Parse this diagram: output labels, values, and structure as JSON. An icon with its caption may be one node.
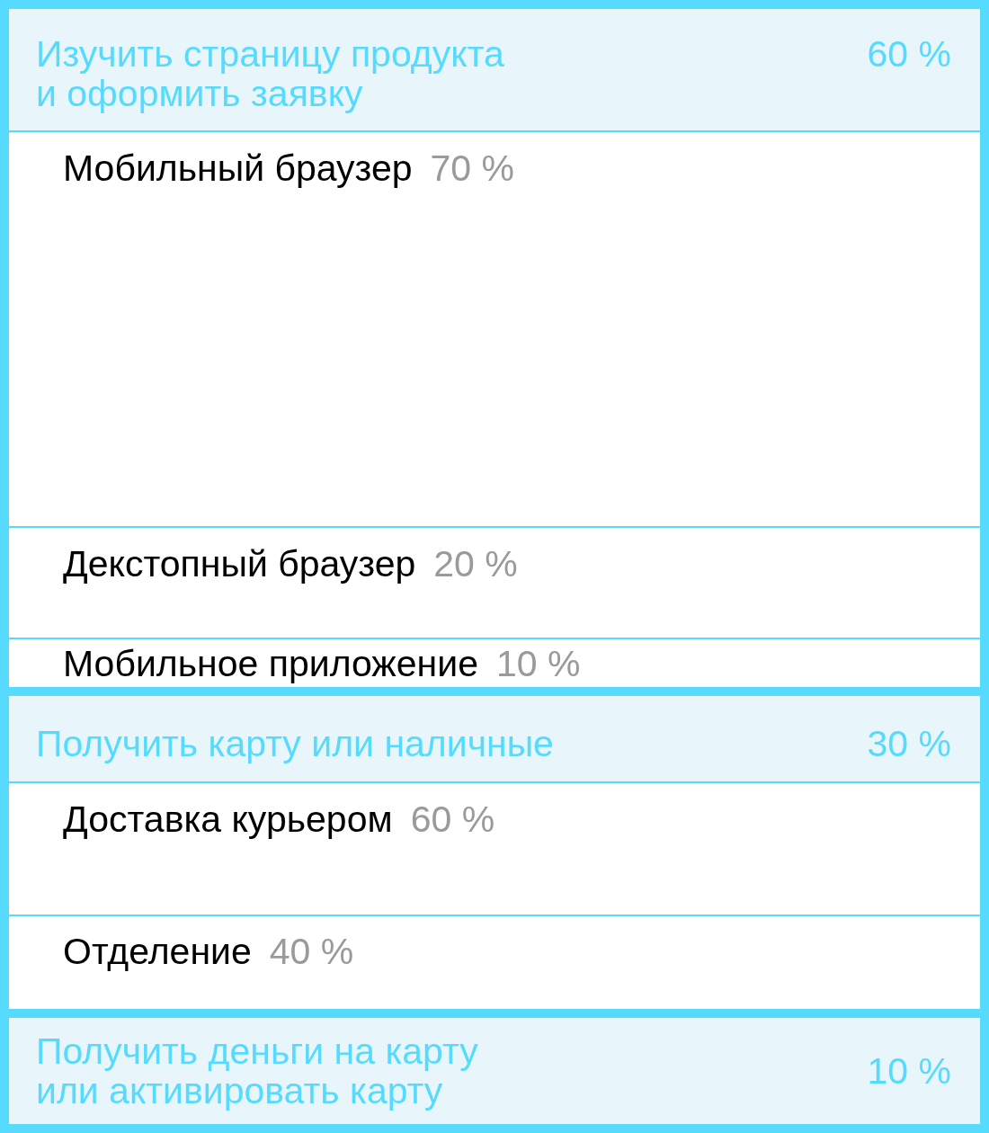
{
  "diagram": {
    "nodes": [
      {
        "text": [
          "Изучить страницу продукта и оформить заявку",
          "60 %"
        ]
      },
      {
        "text": [
          "Мобильный браузер",
          "70 %"
        ],
        "in": 0
      },
      {
        "text": [
          "Декстопный браузер",
          "20 %"
        ],
        "in": 0
      },
      {
        "text": [
          "Мобильное приложение",
          "10 %"
        ],
        "in": 0
      },
      {
        "text": [
          "Получить карту или наличные",
          "30 %"
        ]
      },
      {
        "text": [
          "Доставка курьером",
          "60 %"
        ],
        "in": 4
      },
      {
        "text": [
          "Отделение",
          "40 %"
        ],
        "in": 4
      },
      {
        "text": [
          "Получить деньги на карту или активировать карту",
          "10 %"
        ]
      }
    ]
  }
}
